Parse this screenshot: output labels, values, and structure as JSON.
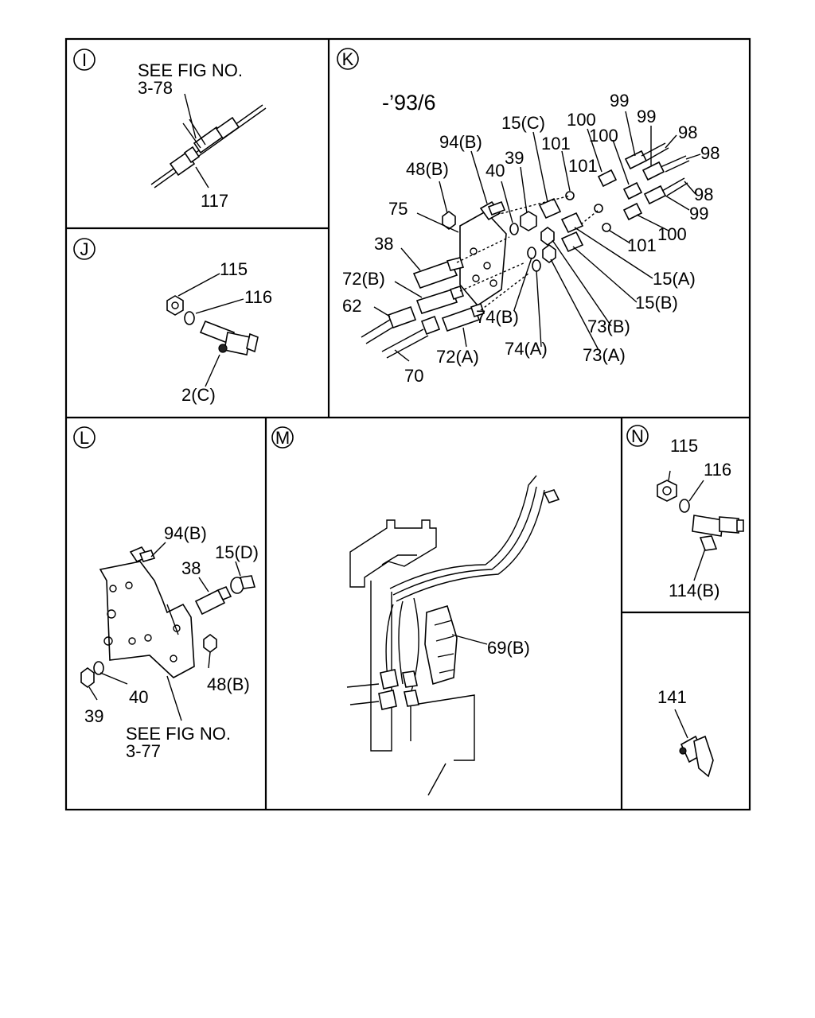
{
  "panels": {
    "I": {
      "id": "I",
      "note_line1": "SEE FIG NO.",
      "note_line2": "3-78",
      "labels": [
        "117"
      ]
    },
    "J": {
      "id": "J",
      "labels": [
        "115",
        "116",
        "2(C)"
      ]
    },
    "K": {
      "id": "K",
      "date": "-’93/6",
      "labels": [
        "94(B)",
        "15(C)",
        "39",
        "100",
        "99",
        "99",
        "48(B)",
        "40",
        "101",
        "100",
        "98",
        "98",
        "75",
        "38",
        "72(B)",
        "62",
        "74(B)",
        "72(A)",
        "70",
        "74(A)",
        "73(A)",
        "73(B)",
        "15(B)",
        "15(A)",
        "101",
        "100",
        "99",
        "98",
        "101"
      ]
    },
    "L": {
      "id": "L",
      "note_line1": "SEE FIG NO.",
      "note_line2": "3-77",
      "labels": [
        "94(B)",
        "15(D)",
        "38",
        "48(B)",
        "40",
        "39"
      ]
    },
    "M": {
      "id": "M",
      "labels": [
        "69(B)"
      ]
    },
    "N": {
      "id": "N",
      "labels": [
        "115",
        "116",
        "114(B)"
      ]
    },
    "O": {
      "labels": [
        "141"
      ]
    }
  }
}
